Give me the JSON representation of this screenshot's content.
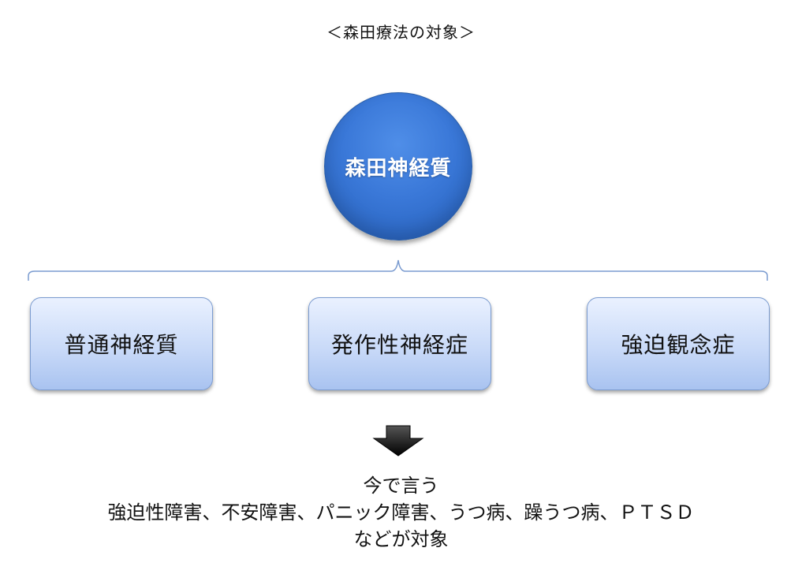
{
  "title": "＜森田療法の対象＞",
  "center": {
    "label": "森田神経質",
    "fill_color": "#3a78d8"
  },
  "categories": [
    {
      "label": "普通神経質"
    },
    {
      "label": "発作性神経症"
    },
    {
      "label": "強迫観念症"
    }
  ],
  "arrow_icon": "down-arrow-icon",
  "bottom": {
    "line1": "今で言う",
    "line2": "強迫性障害、不安障害、パニック障害、うつ病、躁うつ病、ＰＴＳＤ",
    "line3": "などが対象"
  }
}
